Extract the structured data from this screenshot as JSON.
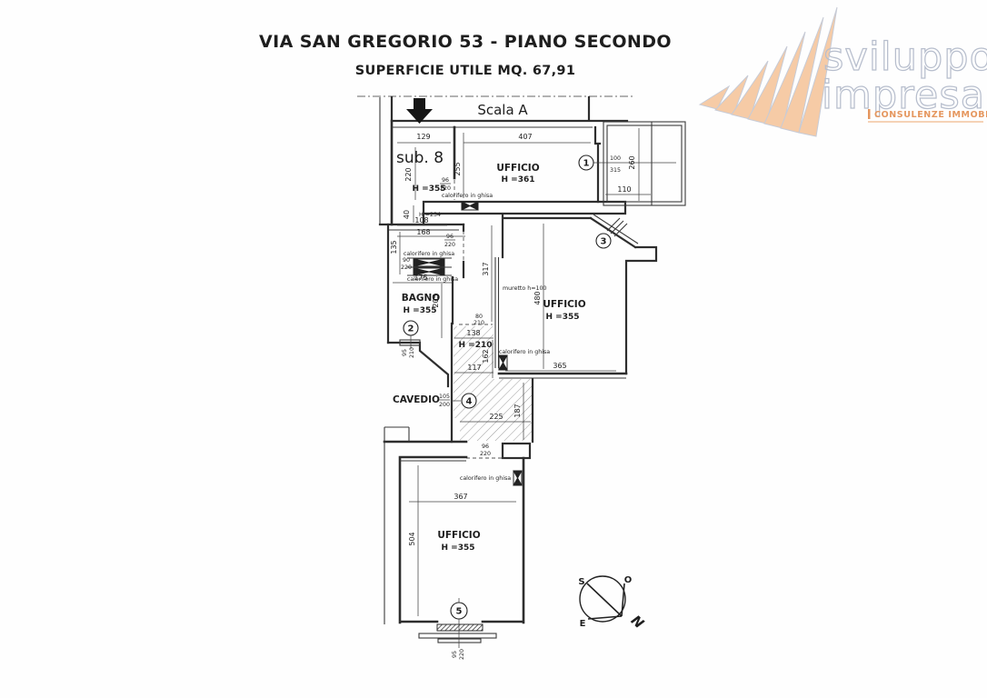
{
  "header": {
    "title": "VIA SAN GREGORIO 53 - PIANO SECONDO",
    "subtitle": "SUPERFICIE UTILE MQ. 67,91"
  },
  "logo": {
    "word1": "sviluppo",
    "word2": "impresa",
    "tagline": "CONSULENZE IMMOBILIARI",
    "sail_color": "#f6cba6",
    "outline_color": "#b7becd",
    "tagline_color": "#e5975f"
  },
  "plan": {
    "scala_label": "Scala A",
    "sub_label": "sub. 8",
    "rooms": {
      "ufficio1": {
        "name": "UFFICIO",
        "h": "H =361"
      },
      "bagno": {
        "name": "BAGNO",
        "h": "H =355"
      },
      "ufficio3": {
        "name": "UFFICIO",
        "h": "H =355"
      },
      "ufficio5": {
        "name": "UFFICIO",
        "h": "H =355"
      },
      "cavedio": {
        "name": "CAVEDIO"
      },
      "vestibolo_h": "H =355",
      "passaggio_h": "H =234",
      "corridoio_h": "H =210"
    },
    "numbers": {
      "n1": "1",
      "n2": "2",
      "n3": "3",
      "n4": "4",
      "n5": "5"
    },
    "notes": {
      "muretto": "muretto h=100",
      "calorifero": "calorifero in ghisa"
    },
    "dims": {
      "d129": "129",
      "d407": "407",
      "d220": "220",
      "d255": "255",
      "d40": "40",
      "d108": "108",
      "d168": "168",
      "d135": "135",
      "d175": "175",
      "d205": "205",
      "d317": "317",
      "d480": "480",
      "d365": "365",
      "d138": "138",
      "d162": "162",
      "d117": "117",
      "d225": "225",
      "d187": "187",
      "d367": "367",
      "d504": "504",
      "d260": "260",
      "d110": "110"
    },
    "fr": {
      "f96_220": {
        "n": "96",
        "d": "220"
      },
      "f90_220": {
        "n": "90",
        "d": "220"
      },
      "f100_315": {
        "n": "100",
        "d": "315"
      },
      "f80_210": {
        "n": "80",
        "d": "210"
      },
      "f105_200": {
        "n": "105",
        "d": "200"
      },
      "f95_210": {
        "n": "95",
        "d": "210"
      },
      "f95_220": {
        "n": "95",
        "d": "220"
      }
    }
  },
  "compass": {
    "s": "S",
    "o": "O",
    "e": "E",
    "n": "N"
  }
}
